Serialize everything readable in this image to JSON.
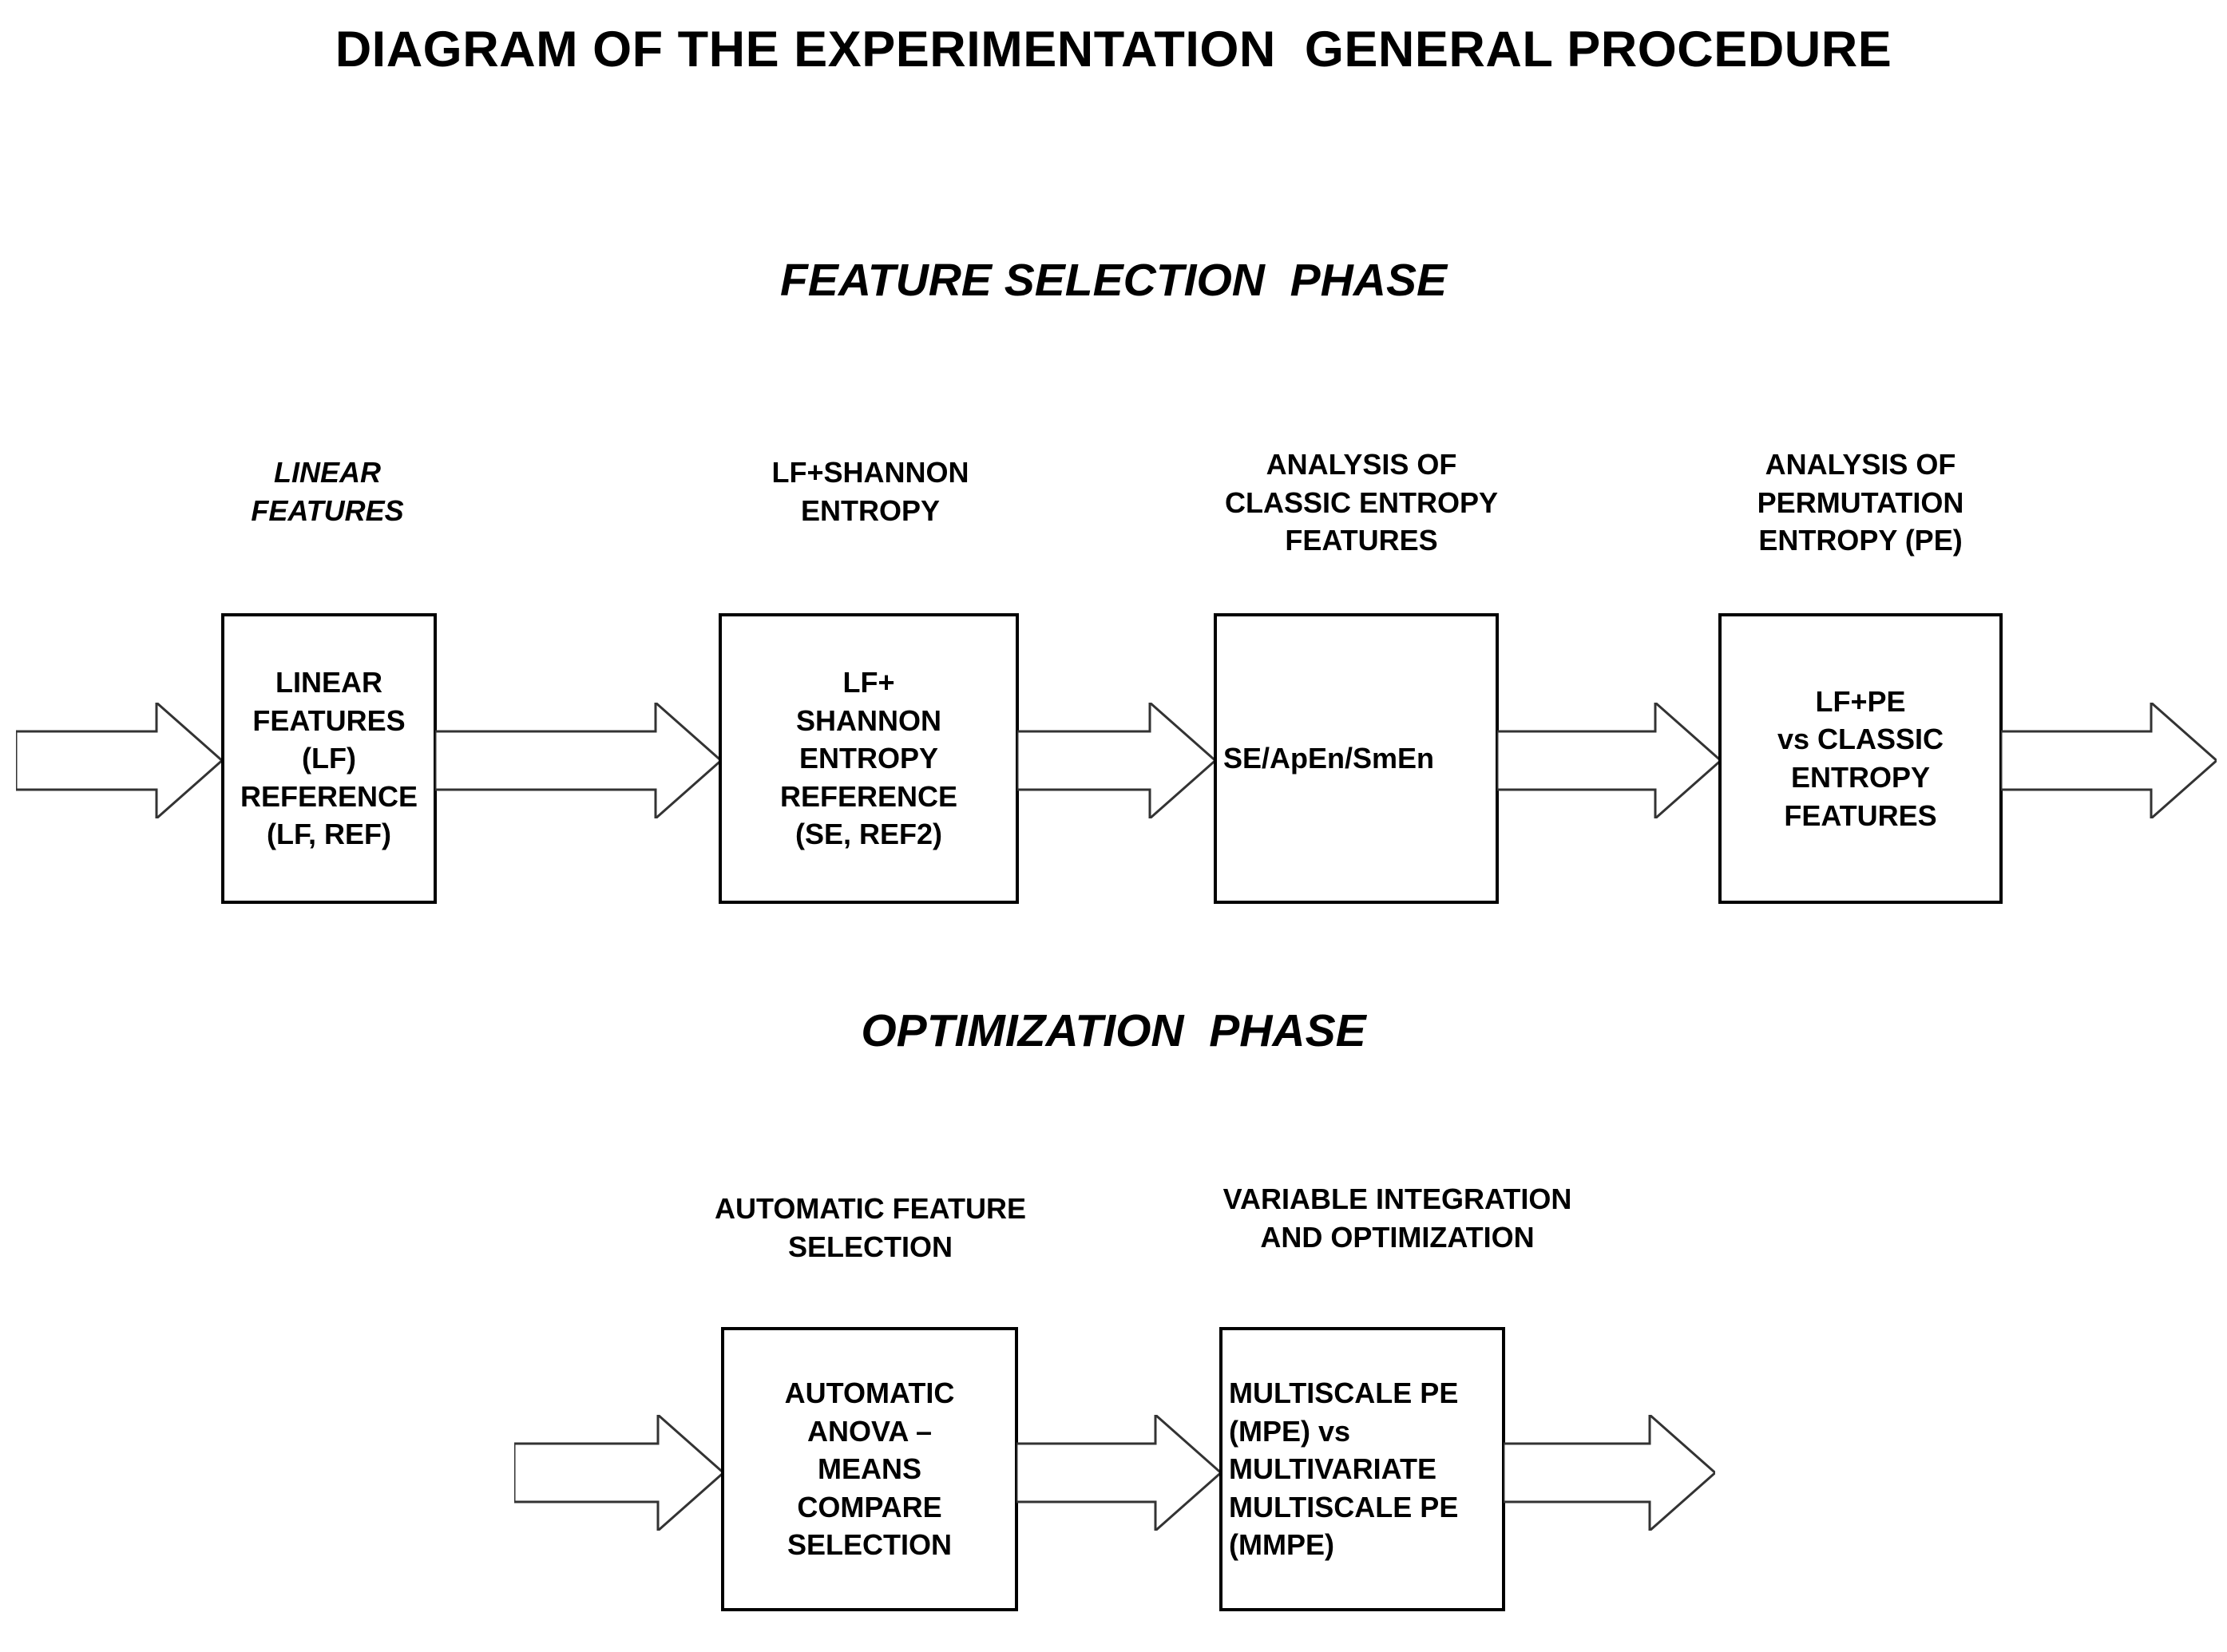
{
  "title": "DIAGRAM OF THE EXPERIMENTATION  GENERAL PROCEDURE",
  "phases": [
    {
      "name": "feature-selection",
      "title": "FEATURE SELECTION  PHASE",
      "steps": [
        {
          "header": "LINEAR\nFEATURES",
          "header_style": "italic",
          "box": "LINEAR\nFEATURES (LF)\nREFERENCE\n(LF, REF)",
          "box_align": "center"
        },
        {
          "header": "LF+SHANNON\nENTROPY",
          "header_style": "normal",
          "box": "LF+\nSHANNON\nENTROPY\nREFERENCE\n(SE, REF2)",
          "box_align": "center"
        },
        {
          "header": "ANALYSIS OF\nCLASSIC ENTROPY\nFEATURES",
          "header_style": "normal",
          "box": "SE/ApEn/SmEn",
          "box_align": "left"
        },
        {
          "header": "ANALYSIS OF\nPERMUTATION\nENTROPY (PE)",
          "header_style": "normal",
          "box": "LF+PE\nvs CLASSIC\nENTROPY\nFEATURES",
          "box_align": "center"
        }
      ]
    },
    {
      "name": "optimization",
      "title": "OPTIMIZATION  PHASE",
      "steps": [
        {
          "header": "AUTOMATIC FEATURE\nSELECTION",
          "header_style": "normal",
          "box": "AUTOMATIC\nANOVA –\nMEANS\nCOMPARE\nSELECTION",
          "box_align": "center"
        },
        {
          "header": "VARIABLE INTEGRATION\nAND OPTIMIZATION",
          "header_style": "normal",
          "box": "MULTISCALE PE\n(MPE) vs\nMULTIVARIATE\nMULTISCALE PE\n(MMPE)",
          "box_align": "left"
        }
      ]
    }
  ],
  "arrows": {
    "label": "flow-arrow",
    "count_row1": 5,
    "count_row2": 3,
    "direction": "right"
  },
  "colors": {
    "stroke": "#000000",
    "arrow_stroke": "#333333",
    "background": "#ffffff",
    "text": "#000000"
  }
}
